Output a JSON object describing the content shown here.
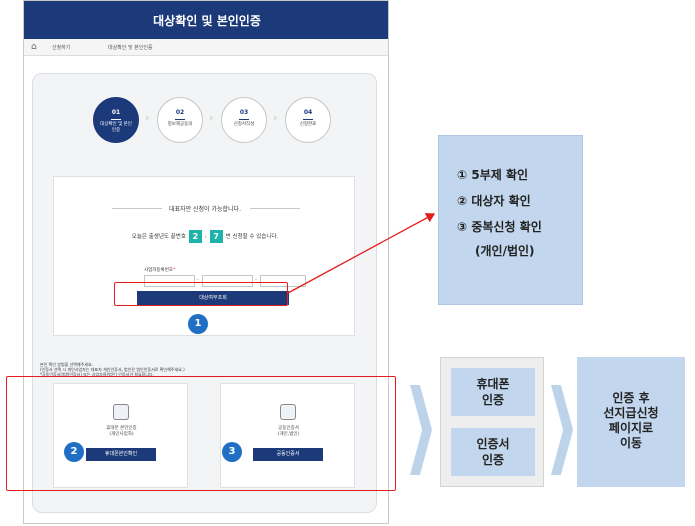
{
  "page": {
    "title": "대상확인 및 본인인증",
    "breadcrumb": [
      "신청하기",
      "대상확인 및 본인인증"
    ]
  },
  "steps": [
    {
      "num": "01",
      "label": "대상확인 및 본인인증",
      "active": true
    },
    {
      "num": "02",
      "label": "정보제공동의",
      "active": false
    },
    {
      "num": "03",
      "label": "신청서작성",
      "active": false
    },
    {
      "num": "04",
      "label": "신청완료",
      "active": false
    }
  ],
  "form": {
    "notice": "대표자만 신청이 가능합니다.",
    "info_prefix": "오늘은 출생년도 끝번호",
    "num1": "2",
    "num2": "7",
    "info_suffix": "번 신청할 수 있습니다.",
    "biz_label": "사업자등록번호",
    "required_mark": "*",
    "sep": "-",
    "check_button": "대상여부조회"
  },
  "auth_notes": [
    "본인 확인 방법을 선택해주세요.",
    "(인증서 선택 시 개인사업자는 대표자 개인인증서, 법인은 법인인증서로 확인해주세요.)",
    "*공동인증서(범용인증서) 또는 사업자용(법인) 인증서가 필요합니다."
  ],
  "auth_options": [
    {
      "label": "휴대폰 본인인증",
      "sub": "(개인사업자)",
      "button": "휴대폰본인확인"
    },
    {
      "label": "공동인증서",
      "sub": "(개인,법인)",
      "button": "공동인증서"
    }
  ],
  "badges": [
    "1",
    "2",
    "3"
  ],
  "callouts": {
    "confirm_items": [
      "① 5부제 확인",
      "② 대상자 확인",
      "③ 중복신청 확인",
      "(개인/법인)"
    ],
    "auth_methods": [
      [
        "휴대폰",
        "인증"
      ],
      [
        "인증서",
        "인증"
      ]
    ],
    "final": [
      "인증 후",
      "선지급신청",
      "페이지로",
      "이동"
    ]
  },
  "colors": {
    "header_navy": "#1c3a7a",
    "teal": "#1eb3a8",
    "badge_blue": "#1f6fc4",
    "callout_blue": "#c2d7ed",
    "red": "#e31d1d"
  }
}
